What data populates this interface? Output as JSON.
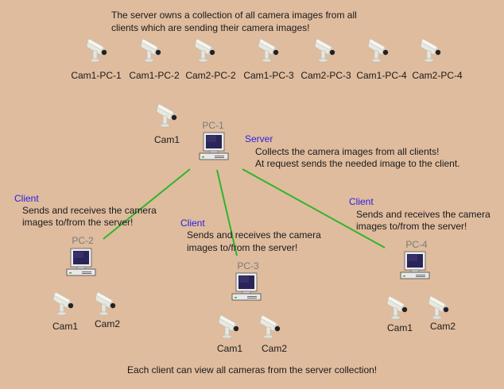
{
  "header_note": {
    "line1": "The server owns a collection of all camera images from all",
    "line2": "clients which are sending their camera images!"
  },
  "server_collection": [
    "Cam1-PC-1",
    "Cam1-PC-2",
    "Cam2-PC-2",
    "Cam1-PC-3",
    "Cam2-PC-3",
    "Cam1-PC-4",
    "Cam2-PC-4"
  ],
  "server": {
    "pc_label": "PC-1",
    "role": "Server",
    "desc1": "Collects the camera images from all clients!",
    "desc2": "At request sends the needed image to the client.",
    "cameras": [
      "Cam1"
    ]
  },
  "clients": [
    {
      "pc_label": "PC-2",
      "role": "Client",
      "desc1": "Sends and receives the camera",
      "desc2": "images to/from the server!",
      "cameras": [
        "Cam1",
        "Cam2"
      ]
    },
    {
      "pc_label": "PC-3",
      "role": "Client",
      "desc1": "Sends and receives the camera",
      "desc2": "images to/from the server!",
      "cameras": [
        "Cam1",
        "Cam2"
      ]
    },
    {
      "pc_label": "PC-4",
      "role": "Client",
      "desc1": "Sends and receives the camera",
      "desc2": "images to/from the server!",
      "cameras": [
        "Cam1",
        "Cam2"
      ]
    }
  ],
  "footer_note": "Each client can view all cameras from the server collection!",
  "colors": {
    "background": "#dfbc9e",
    "link": "#2fb52a",
    "role_text": "#2a1ee0",
    "pc_label": "#7a7a7a"
  },
  "icons": {
    "camera": "camera-icon",
    "computer": "computer-icon"
  }
}
